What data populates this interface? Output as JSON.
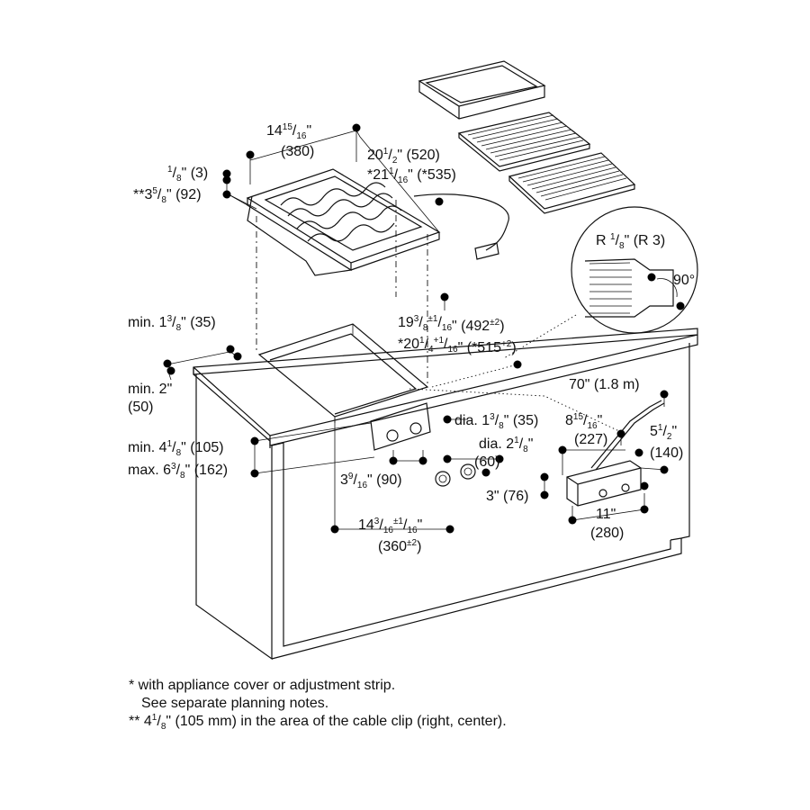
{
  "labels": {
    "w1_whole": "14",
    "w1_num": "15",
    "w1_den": "16",
    "w1_unit": "\"",
    "w1_mm": "(380)",
    "d1_main": "20",
    "d1_num": "1",
    "d1_den": "2",
    "d1_mm": "\" (520)",
    "d2_star": "*21",
    "d2_num": "1",
    "d2_den": "16",
    "d2_mm": "\" (*535)",
    "t1_num": "1",
    "t1_den": "8",
    "t1_mm": "\" (3)",
    "t2_star": "**3",
    "t2_num": "5",
    "t2_den": "8",
    "t2_mm": "\" (92)",
    "r_label_a": "R ",
    "r_num": "1",
    "r_den": "8",
    "r_mm": "\" (R 3)",
    "angle": "90°",
    "min_edge_a": "min. 1",
    "min_edge_num": "3",
    "min_edge_den": "8",
    "min_edge_mm": "\" (35)",
    "cut1_whole": "19",
    "cut1_num": "3",
    "cut1_den": "8",
    "cut1_tol": "±1",
    "cut1_tol_den": "16",
    "cut1_mm": "\" (492",
    "cut1_mm_tol": "±2",
    "cut1_close": ")",
    "cut2_whole": "*20",
    "cut2_num": "1",
    "cut2_den": "4",
    "cut2_tol": "+1",
    "cut2_tol_den": "16",
    "cut2_mm": "\" (*515",
    "cut2_mm_tol": "+2",
    "cut2_close": ")",
    "min2": "min. 2\"",
    "min2_mm": "(50)",
    "cable_len": "70\" (1.8 m)",
    "dia1_a": "dia. 1",
    "dia1_num": "3",
    "dia1_den": "8",
    "dia1_mm": "\" (35)",
    "d815_whole": "8",
    "d815_num": "15",
    "d815_den": "16",
    "d815_unit": "\"",
    "d815_mm": "(227)",
    "dia2_a": "dia. 2",
    "dia2_num": "1",
    "dia2_den": "8",
    "dia2_unit": "\"",
    "dia2_mm": "(60)",
    "w512_whole": "5",
    "w512_num": "1",
    "w512_den": "2",
    "w512_unit": "\"",
    "w512_mm": "(140)",
    "minmax1_a": "min. 4",
    "minmax1_num": "1",
    "minmax1_den": "8",
    "minmax1_mm": "\" (105)",
    "minmax2_a": "max. 6",
    "minmax2_num": "3",
    "minmax2_den": "8",
    "minmax2_mm": "\" (162)",
    "d39_whole": "3",
    "d39_num": "9",
    "d39_den": "16",
    "d39_mm": "\" (90)",
    "h3": "3\" (76)",
    "w11": "11\"",
    "w11_mm": "(280)",
    "w14_whole": "14",
    "w14_num": "3",
    "w14_den": "16",
    "w14_tol": "±1",
    "w14_tol_den": "16",
    "w14_unit": "\"",
    "w14_mm": "(360",
    "w14_mm_tol": "±2",
    "w14_close": ")"
  },
  "footnotes": {
    "line1": "* with appliance cover or adjustment strip.",
    "line2": "See separate planning notes.",
    "line3_a": "** 4",
    "line3_num": "1",
    "line3_den": "8",
    "line3_b": "\" (105 mm) in the area of the cable clip (right, center)."
  }
}
